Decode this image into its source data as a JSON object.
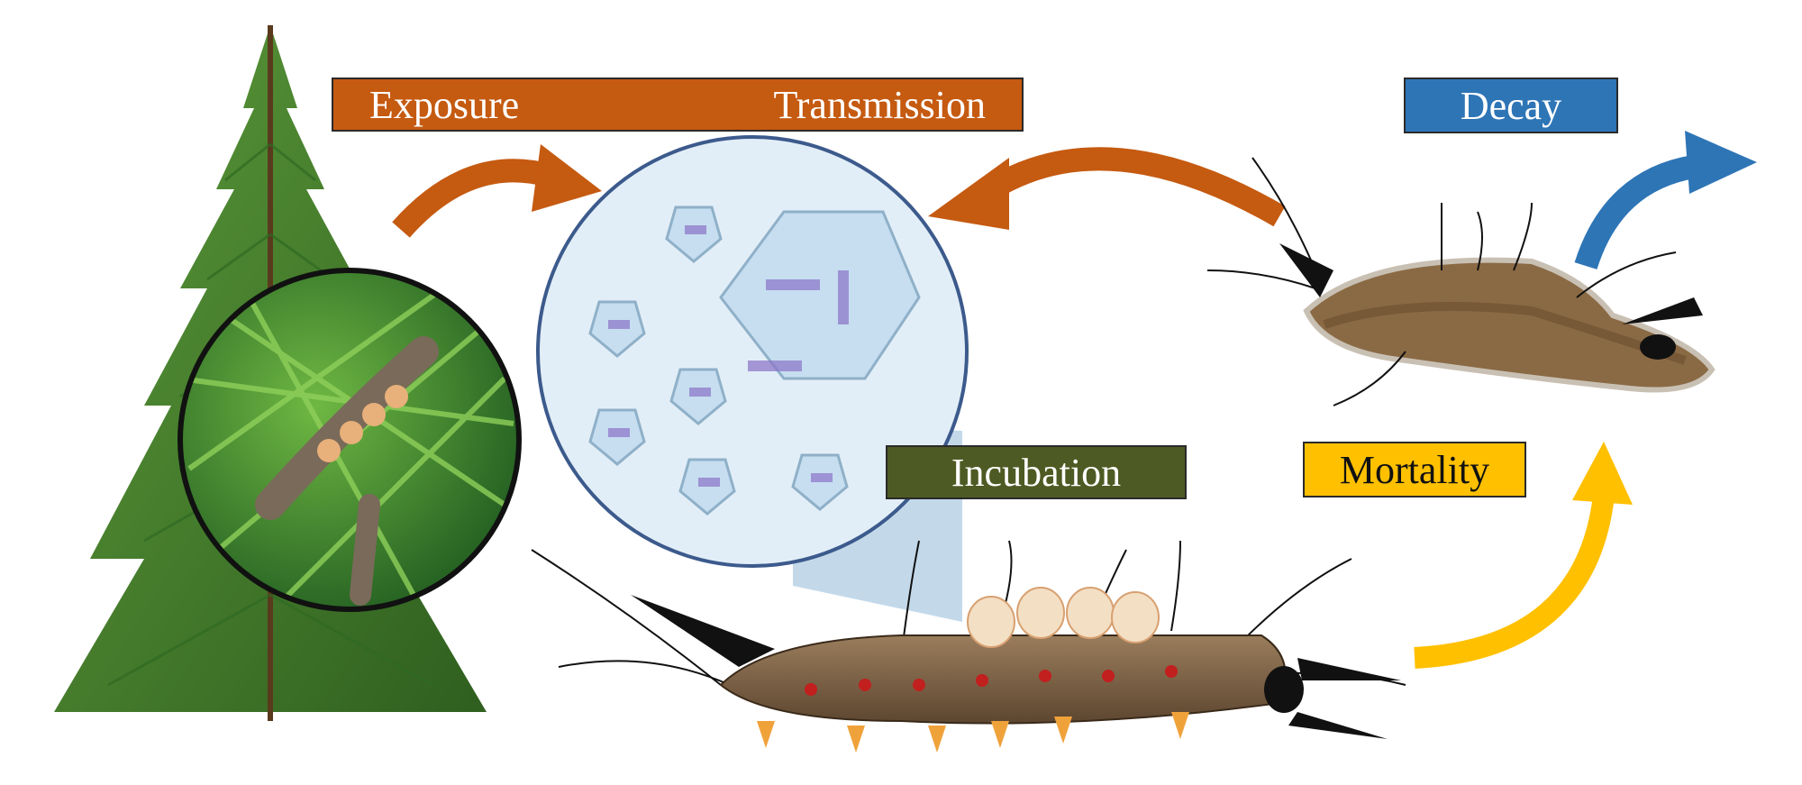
{
  "labels": {
    "exposure": "Exposure",
    "transmission": "Transmission",
    "decay": "Decay",
    "incubation": "Incubation",
    "mortality": "Mortality"
  },
  "colors": {
    "exposure_transmission": "#c55a11",
    "decay": "#2e75b6",
    "incubation": "#4e5a23",
    "mortality": "#ffc000",
    "tree": "#3f7a2a",
    "virus_circle": "#e2eef7"
  },
  "icons": [
    "spruce-tree",
    "caterpillar-photo",
    "occlusion-body-virus",
    "live-caterpillar",
    "decaying-caterpillar-cadaver"
  ]
}
